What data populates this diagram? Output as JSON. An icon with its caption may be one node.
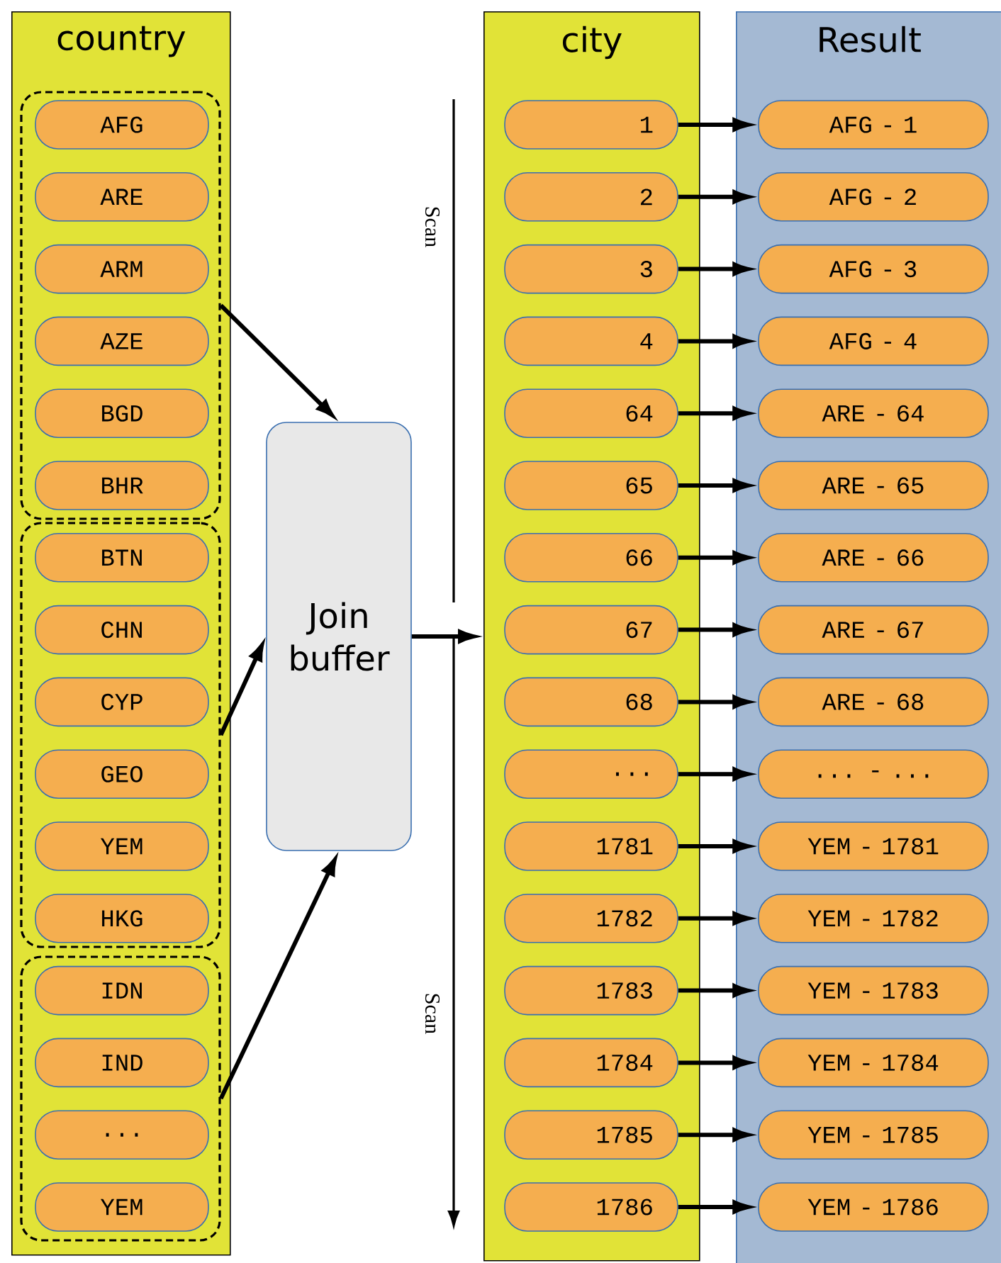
{
  "diagram": {
    "nodes": [
      {
        "text": [
          "country"
        ]
      },
      {
        "text": [],
        "shape": "box",
        "in": 0
      },
      {
        "text": [
          "AFG"
        ],
        "in": 1
      },
      {
        "text": [
          "ARE"
        ],
        "in": 1
      },
      {
        "text": [
          "ARM"
        ],
        "in": 1
      },
      {
        "text": [
          "AZE"
        ],
        "in": 1
      },
      {
        "text": [
          "BGD"
        ],
        "in": 1
      },
      {
        "text": [
          "BHR"
        ],
        "in": 1
      },
      {
        "text": [],
        "shape": "box",
        "in": 0
      },
      {
        "text": [
          "BTN"
        ],
        "in": 8
      },
      {
        "text": [
          "CHN"
        ],
        "in": 8
      },
      {
        "text": [
          "CYP"
        ],
        "in": 8
      },
      {
        "text": [
          "GEO"
        ],
        "in": 8
      },
      {
        "text": [
          "YEM"
        ],
        "in": 8
      },
      {
        "text": [
          "HKG"
        ],
        "in": 8
      },
      {
        "text": [],
        "shape": "box",
        "in": 0
      },
      {
        "text": [
          "IDN"
        ],
        "in": 15
      },
      {
        "text": [
          "IND"
        ],
        "in": 15
      },
      {
        "text": [
          "..."
        ],
        "in": 15
      },
      {
        "text": [
          "YEM"
        ],
        "in": 15
      },
      {
        "text": [
          "Join buffer"
        ]
      },
      {
        "text": [
          "city"
        ]
      },
      {
        "text": [
          "1"
        ],
        "in": 21
      },
      {
        "text": [
          "2"
        ],
        "in": 21
      },
      {
        "text": [
          "3"
        ],
        "in": 21
      },
      {
        "text": [
          "4"
        ],
        "in": 21
      },
      {
        "text": [
          "64"
        ],
        "in": 21
      },
      {
        "text": [
          "65"
        ],
        "in": 21
      },
      {
        "text": [
          "66"
        ],
        "in": 21
      },
      {
        "text": [
          "67"
        ],
        "in": 21
      },
      {
        "text": [
          "68"
        ],
        "in": 21
      },
      {
        "text": [
          "..."
        ],
        "in": 21
      },
      {
        "text": [
          "1781"
        ],
        "in": 21
      },
      {
        "text": [
          "1782"
        ],
        "in": 21
      },
      {
        "text": [
          "1783"
        ],
        "in": 21
      },
      {
        "text": [
          "1784"
        ],
        "in": 21
      },
      {
        "text": [
          "1785"
        ],
        "in": 21
      },
      {
        "text": [
          "1786"
        ],
        "in": 21
      },
      {
        "text": [
          "Result"
        ]
      },
      {
        "text": [
          "AFG - 1"
        ],
        "in": 38
      },
      {
        "text": [
          "AFG - 2"
        ],
        "in": 38
      },
      {
        "text": [
          "AFG - 3"
        ],
        "in": 38
      },
      {
        "text": [
          "AFG - 4"
        ],
        "in": 38
      },
      {
        "text": [
          "ARE - 64"
        ],
        "in": 38
      },
      {
        "text": [
          "ARE - 65"
        ],
        "in": 38
      },
      {
        "text": [
          "ARE - 66"
        ],
        "in": 38
      },
      {
        "text": [
          "ARE - 67"
        ],
        "in": 38
      },
      {
        "text": [
          "ARE - 68"
        ],
        "in": 38
      },
      {
        "text": [
          "... - ..."
        ],
        "in": 38
      },
      {
        "text": [
          "YEM - 1781"
        ],
        "in": 38
      },
      {
        "text": [
          "YEM - 1782"
        ],
        "in": 38
      },
      {
        "text": [
          "YEM - 1783"
        ],
        "in": 38
      },
      {
        "text": [
          "YEM - 1784"
        ],
        "in": 38
      },
      {
        "text": [
          "YEM - 1785"
        ],
        "in": 38
      },
      {
        "text": [
          "YEM - 1786"
        ],
        "in": 38
      }
    ],
    "edges": [
      {
        "from": 1,
        "to": 20,
        "arrow": "to"
      },
      {
        "from": 8,
        "to": 20,
        "arrow": "to"
      },
      {
        "from": 15,
        "to": 20,
        "arrow": "to"
      },
      {
        "from": 20,
        "to": 21,
        "arrow": "to"
      },
      {
        "from": 22,
        "to": 39,
        "arrow": "to"
      },
      {
        "from": 23,
        "to": 40,
        "arrow": "to"
      },
      {
        "from": 24,
        "to": 41,
        "arrow": "to"
      },
      {
        "from": 25,
        "to": 42,
        "arrow": "to"
      },
      {
        "from": 26,
        "to": 43,
        "arrow": "to"
      },
      {
        "from": 27,
        "to": 44,
        "arrow": "to"
      },
      {
        "from": 28,
        "to": 45,
        "arrow": "to"
      },
      {
        "from": 29,
        "to": 46,
        "arrow": "to"
      },
      {
        "from": 30,
        "to": 47,
        "arrow": "to"
      },
      {
        "from": 31,
        "to": 48,
        "arrow": "to"
      },
      {
        "from": 32,
        "to": 49,
        "arrow": "to"
      },
      {
        "from": 33,
        "to": 50,
        "arrow": "to"
      },
      {
        "from": 34,
        "to": 51,
        "arrow": "to"
      },
      {
        "from": 35,
        "to": 52,
        "arrow": "to"
      },
      {
        "from": 36,
        "to": 53,
        "arrow": "to"
      },
      {
        "from": 37,
        "to": 54,
        "arrow": "to"
      }
    ],
    "labels": [
      "Scan",
      "Scan"
    ]
  }
}
